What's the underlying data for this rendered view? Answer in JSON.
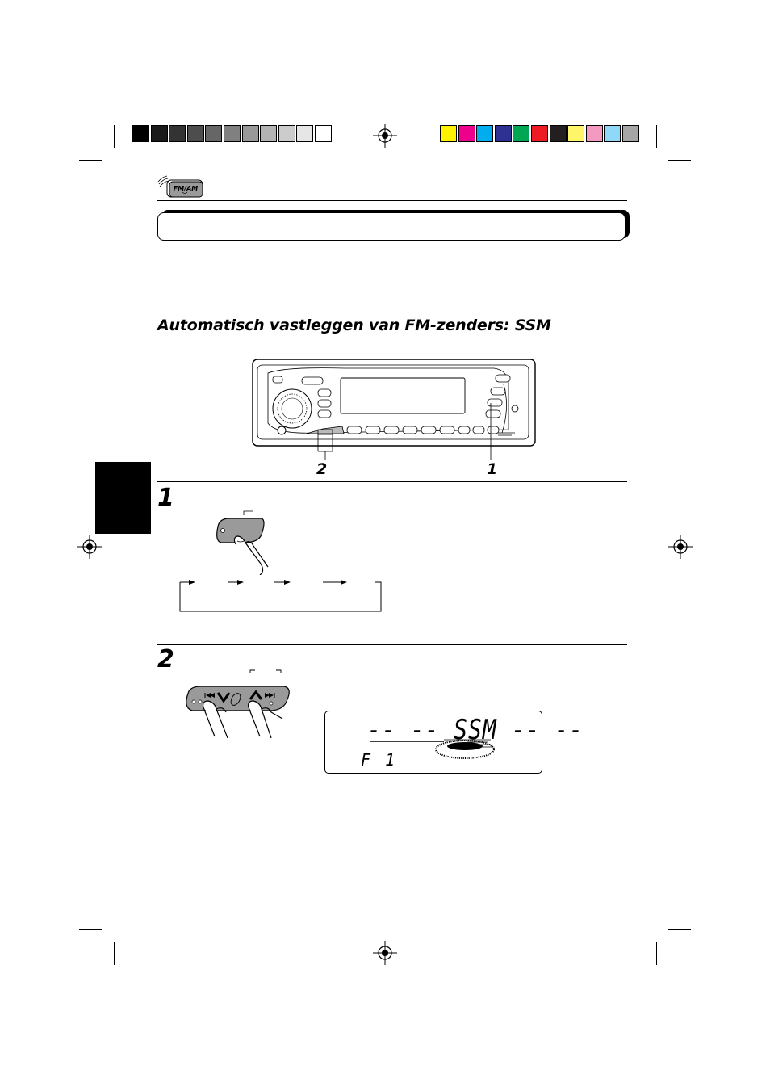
{
  "color_bar": {
    "grays": [
      "#000000",
      "#1a1a1a",
      "#333333",
      "#4d4d4d",
      "#666666",
      "#808080",
      "#999999",
      "#b3b3b3",
      "#cccccc",
      "#e6e6e6",
      "#ffffff"
    ],
    "colors": [
      "#fff200",
      "#ec008c",
      "#00aeef",
      "#2e3192",
      "#00a651",
      "#ed1c24",
      "#231f20",
      "#fff568",
      "#f49ac1",
      "#8fd8f8",
      "#a6a6a6"
    ]
  },
  "header": {
    "icon": "fm-am-icon",
    "badge_label": "FM/AM"
  },
  "section": {
    "heading": "Automatisch vastleggen van FM-zenders: SSM"
  },
  "diagram": {
    "callout_1": "1",
    "callout_2": "2"
  },
  "steps": [
    {
      "number": "1"
    },
    {
      "number": "2"
    }
  ],
  "display": {
    "main_text": "-- -- SSM -- --",
    "band_text": "F 1"
  }
}
